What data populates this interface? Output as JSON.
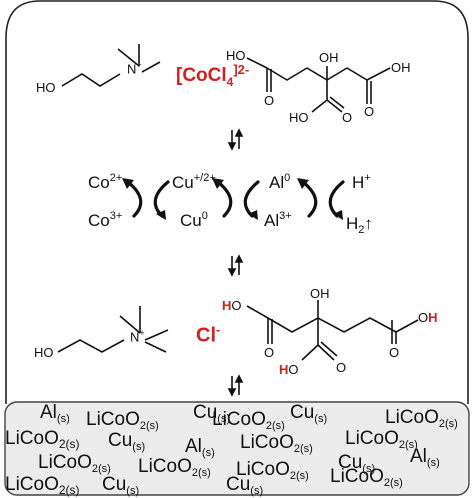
{
  "complex": {
    "anion_main": "[CoCl",
    "anion_sub": "4",
    "anion_charge": "]2-"
  },
  "choline": {
    "oh_label": "HO",
    "n_label": "N",
    "n_charge": "+"
  },
  "citric_top": {
    "oh": "OH",
    "ho_left": "HO",
    "oh_right": "OH",
    "ho_bottom": "HO",
    "o_left": "O",
    "o_right": "O",
    "o_bottom": "O"
  },
  "citric_bottom": {
    "oh": "OH",
    "h_left": "H",
    "o_left_label": "O",
    "o_right_label": "O",
    "h_right": "H",
    "h_bottom": "H",
    "o_bottom_label": "O",
    "o_left": "O",
    "o_right": "O",
    "o_bottom": "O"
  },
  "chloride": {
    "symbol": "Cl",
    "charge": "-"
  },
  "redox": {
    "co_top": "Co",
    "co_top_charge": "2+",
    "co_bottom": "Co",
    "co_bottom_charge": "3+",
    "cu_top": "Cu",
    "cu_top_charge": "+/2+",
    "cu_bottom": "Cu",
    "cu_bottom_charge": "0",
    "al_top": "Al",
    "al_top_charge": "0",
    "al_bottom": "Al",
    "al_bottom_charge": "3+",
    "h_top": "H",
    "h_top_charge": "+",
    "h2": "H",
    "h2_sub": "2",
    "h2_arrow": "↑"
  },
  "solids": [
    {
      "f": "Al",
      "n": "",
      "s": "(s)"
    },
    {
      "f": "LiCoO",
      "n": "2",
      "s": "(s)"
    },
    {
      "f": "Cu",
      "n": "",
      "s": "(s)"
    },
    {
      "f": "LiCoO",
      "n": "2",
      "s": "(s)"
    },
    {
      "f": "Cu",
      "n": "",
      "s": "(s)"
    },
    {
      "f": "LiCoO",
      "n": "2",
      "s": "(s)"
    },
    {
      "f": "LiCoO",
      "n": "2(s)",
      "s": ""
    },
    {
      "f": "Cu",
      "n": "",
      "s": "(s)"
    },
    {
      "f": "LiCoO",
      "n": "2",
      "s": "(s)"
    },
    {
      "f": "LiCoO",
      "n": "2",
      "s": "(s)"
    },
    {
      "f": "Al",
      "n": "",
      "s": "(s)"
    },
    {
      "f": "LiCoO",
      "n": "2",
      "s": "(s)"
    },
    {
      "f": "LiCoO",
      "n": "2",
      "s": "(s)"
    },
    {
      "f": "Al",
      "n": "",
      "s": "(s)"
    },
    {
      "f": "LiCoO",
      "n": "2(s)",
      "s": ""
    },
    {
      "f": "Cu",
      "n": "",
      "s": "(s)"
    },
    {
      "f": "LiCoO",
      "n": "2",
      "s": "(s)"
    },
    {
      "f": "Cu",
      "n": "",
      "s": "(s)"
    },
    {
      "f": "Cu",
      "n": "",
      "s": "(s)"
    },
    {
      "f": "LiCoO",
      "n": "2",
      "s": "(s)"
    }
  ]
}
